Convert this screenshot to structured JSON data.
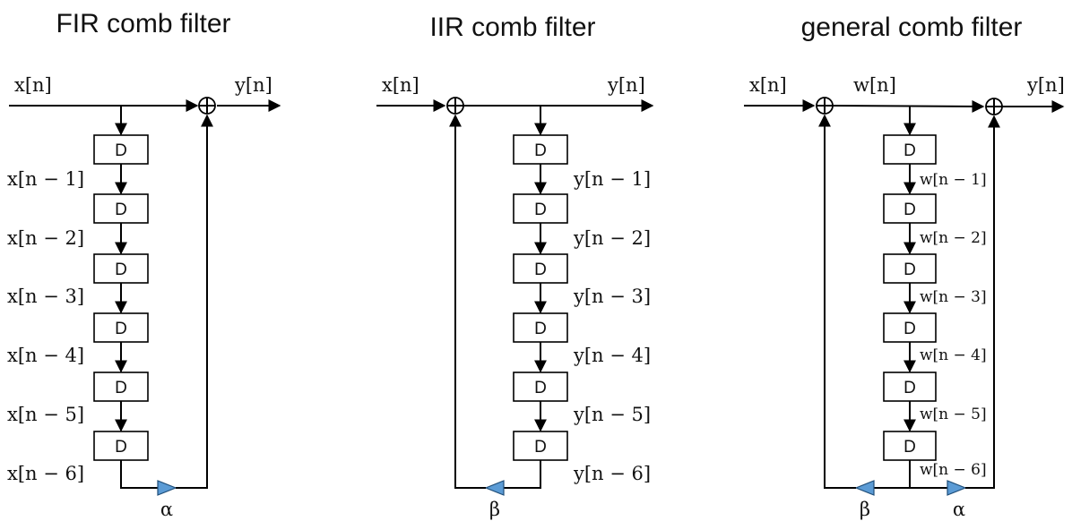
{
  "colors": {
    "line": "#000000",
    "gain_fill": "#5b9bd5",
    "gain_stroke": "#1f4e79",
    "background": "#ffffff"
  },
  "fir": {
    "title": "FIR comb filter",
    "input": "x[n]",
    "output": "y[n]",
    "delay_label": "D",
    "taps": [
      "x[n − 1]",
      "x[n − 2]",
      "x[n − 3]",
      "x[n − 4]",
      "x[n − 5]",
      "x[n − 6]"
    ],
    "gain": "α"
  },
  "iir": {
    "title": "IIR comb filter",
    "input": "x[n]",
    "output": "y[n]",
    "delay_label": "D",
    "taps": [
      "y[n − 1]",
      "y[n − 2]",
      "y[n − 3]",
      "y[n − 4]",
      "y[n − 5]",
      "y[n − 6]"
    ],
    "gain": "β"
  },
  "general": {
    "title": "general comb filter",
    "input": "x[n]",
    "intermediate": "w[n]",
    "output": "y[n]",
    "delay_label": "D",
    "taps": [
      "w[n − 1]",
      "w[n − 2]",
      "w[n − 3]",
      "w[n − 4]",
      "w[n − 5]",
      "w[n − 6]"
    ],
    "feedback_gain": "β",
    "feedforward_gain": "α"
  }
}
